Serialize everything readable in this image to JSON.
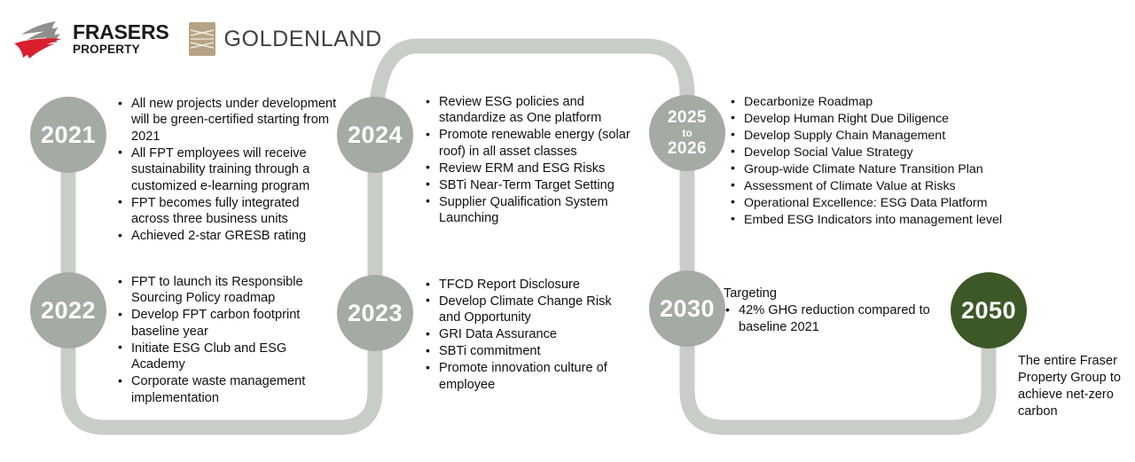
{
  "logos": {
    "frasers": {
      "name": "frasers-property-logo",
      "line1": "FRASERS",
      "line2": "PROPERTY",
      "mark_colors": [
        "#8f8f8f",
        "#d8202f"
      ]
    },
    "goldenland": {
      "name": "goldenland-logo",
      "word": "GOLDENLAND",
      "mark_color": "#b6a384"
    }
  },
  "theme": {
    "node_gray": "#a3aba3",
    "node_green": "#3d5827",
    "ribbon": "#c8cdc7",
    "text": "#101010"
  },
  "milestones": [
    {
      "id": "2021",
      "year": "2021",
      "items": [
        "All new projects under development will be green-certified starting from 2021",
        "All FPT employees will receive sustainability training through a customized e-learning program",
        "FPT becomes fully integrated across three business units",
        "Achieved 2-star GRESB rating"
      ]
    },
    {
      "id": "2024",
      "year": "2024",
      "items": [
        "Review ESG policies and standardize as One platform",
        "Promote renewable energy (solar roof) in all asset classes",
        "Review ERM and ESG Risks",
        "SBTi Near-Term Target Setting",
        "Supplier Qualification System Launching"
      ]
    },
    {
      "id": "2025-2026",
      "year_top": "2025",
      "year_mid": "to",
      "year_bottom": "2026",
      "items": [
        "Decarbonize Roadmap",
        "Develop Human Right Due Diligence",
        "Develop Supply Chain Management",
        "Develop Social Value Strategy",
        "Group-wide Climate Nature Transition Plan",
        "Assessment of Climate Value at Risks",
        "Operational Excellence: ESG Data Platform",
        "Embed ESG Indicators into management level"
      ]
    },
    {
      "id": "2022",
      "year": "2022",
      "items": [
        "FPT to launch its Responsible Sourcing Policy roadmap",
        "Develop FPT carbon footprint baseline year",
        "Initiate ESG Club and ESG Academy",
        "Corporate waste management implementation"
      ]
    },
    {
      "id": "2023",
      "year": "2023",
      "items": [
        "TFCD Report Disclosure",
        "Develop Climate Change Risk and Opportunity",
        "GRI Data Assurance",
        "SBTi commitment",
        "Promote innovation culture of employee"
      ]
    },
    {
      "id": "2030",
      "year": "2030",
      "lead": "Targeting",
      "items": [
        "42% GHG reduction compared to baseline 2021"
      ]
    },
    {
      "id": "2050",
      "year": "2050",
      "note": "The entire Fraser Property Group to achieve net-zero carbon"
    }
  ]
}
